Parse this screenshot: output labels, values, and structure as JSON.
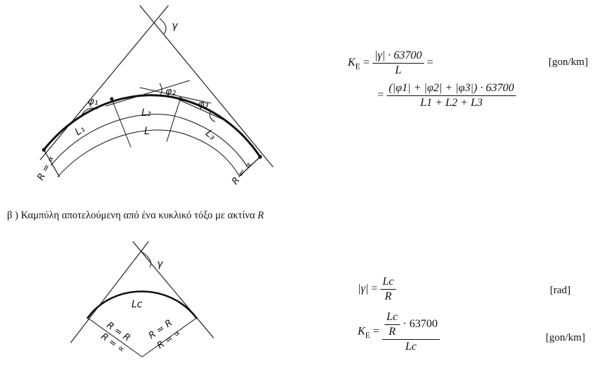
{
  "caption": {
    "text": "β ) Καμπύλη αποτελούμενη από ένα κυκλικό τόξο με ακτίνα ",
    "var": "R"
  },
  "figure_top": {
    "labels": {
      "gamma": "γ",
      "phi1": "φ₁",
      "phi2": "φ₂",
      "phi3": "φ₃",
      "L1": "L₁",
      "L2": "L₂",
      "L": "L",
      "L3": "L₃",
      "R_left": "R = ∝",
      "R_right": "R = ∝"
    }
  },
  "figure_bottom": {
    "labels": {
      "gamma": "γ",
      "Lc": "Lc",
      "RR_left": "R = R",
      "Ralpha_left": "R = ∝",
      "RR_right": "R = R",
      "Ralpha_right": "R = ∝"
    }
  },
  "formula_top": {
    "lhs": "K",
    "lhs_sub": "E",
    "num1": "|γ| · 63700",
    "den1": "L",
    "num2": "(|φ1| + |φ2| + |φ3|) · 63700",
    "den2": "L1 + L2 + L3",
    "unit": "[gon/km]"
  },
  "formula_bottom": {
    "gamma_abs": "|γ|",
    "num_a": "Lc",
    "den_a": "R",
    "unit_a": "[rad]",
    "lhs": "K",
    "lhs_sub": "E",
    "num_b_top": "Lc",
    "num_b_bottom": "R",
    "num_b_factor": "· 63700",
    "den_b": "Lc",
    "unit_b": "[gon/km]"
  }
}
